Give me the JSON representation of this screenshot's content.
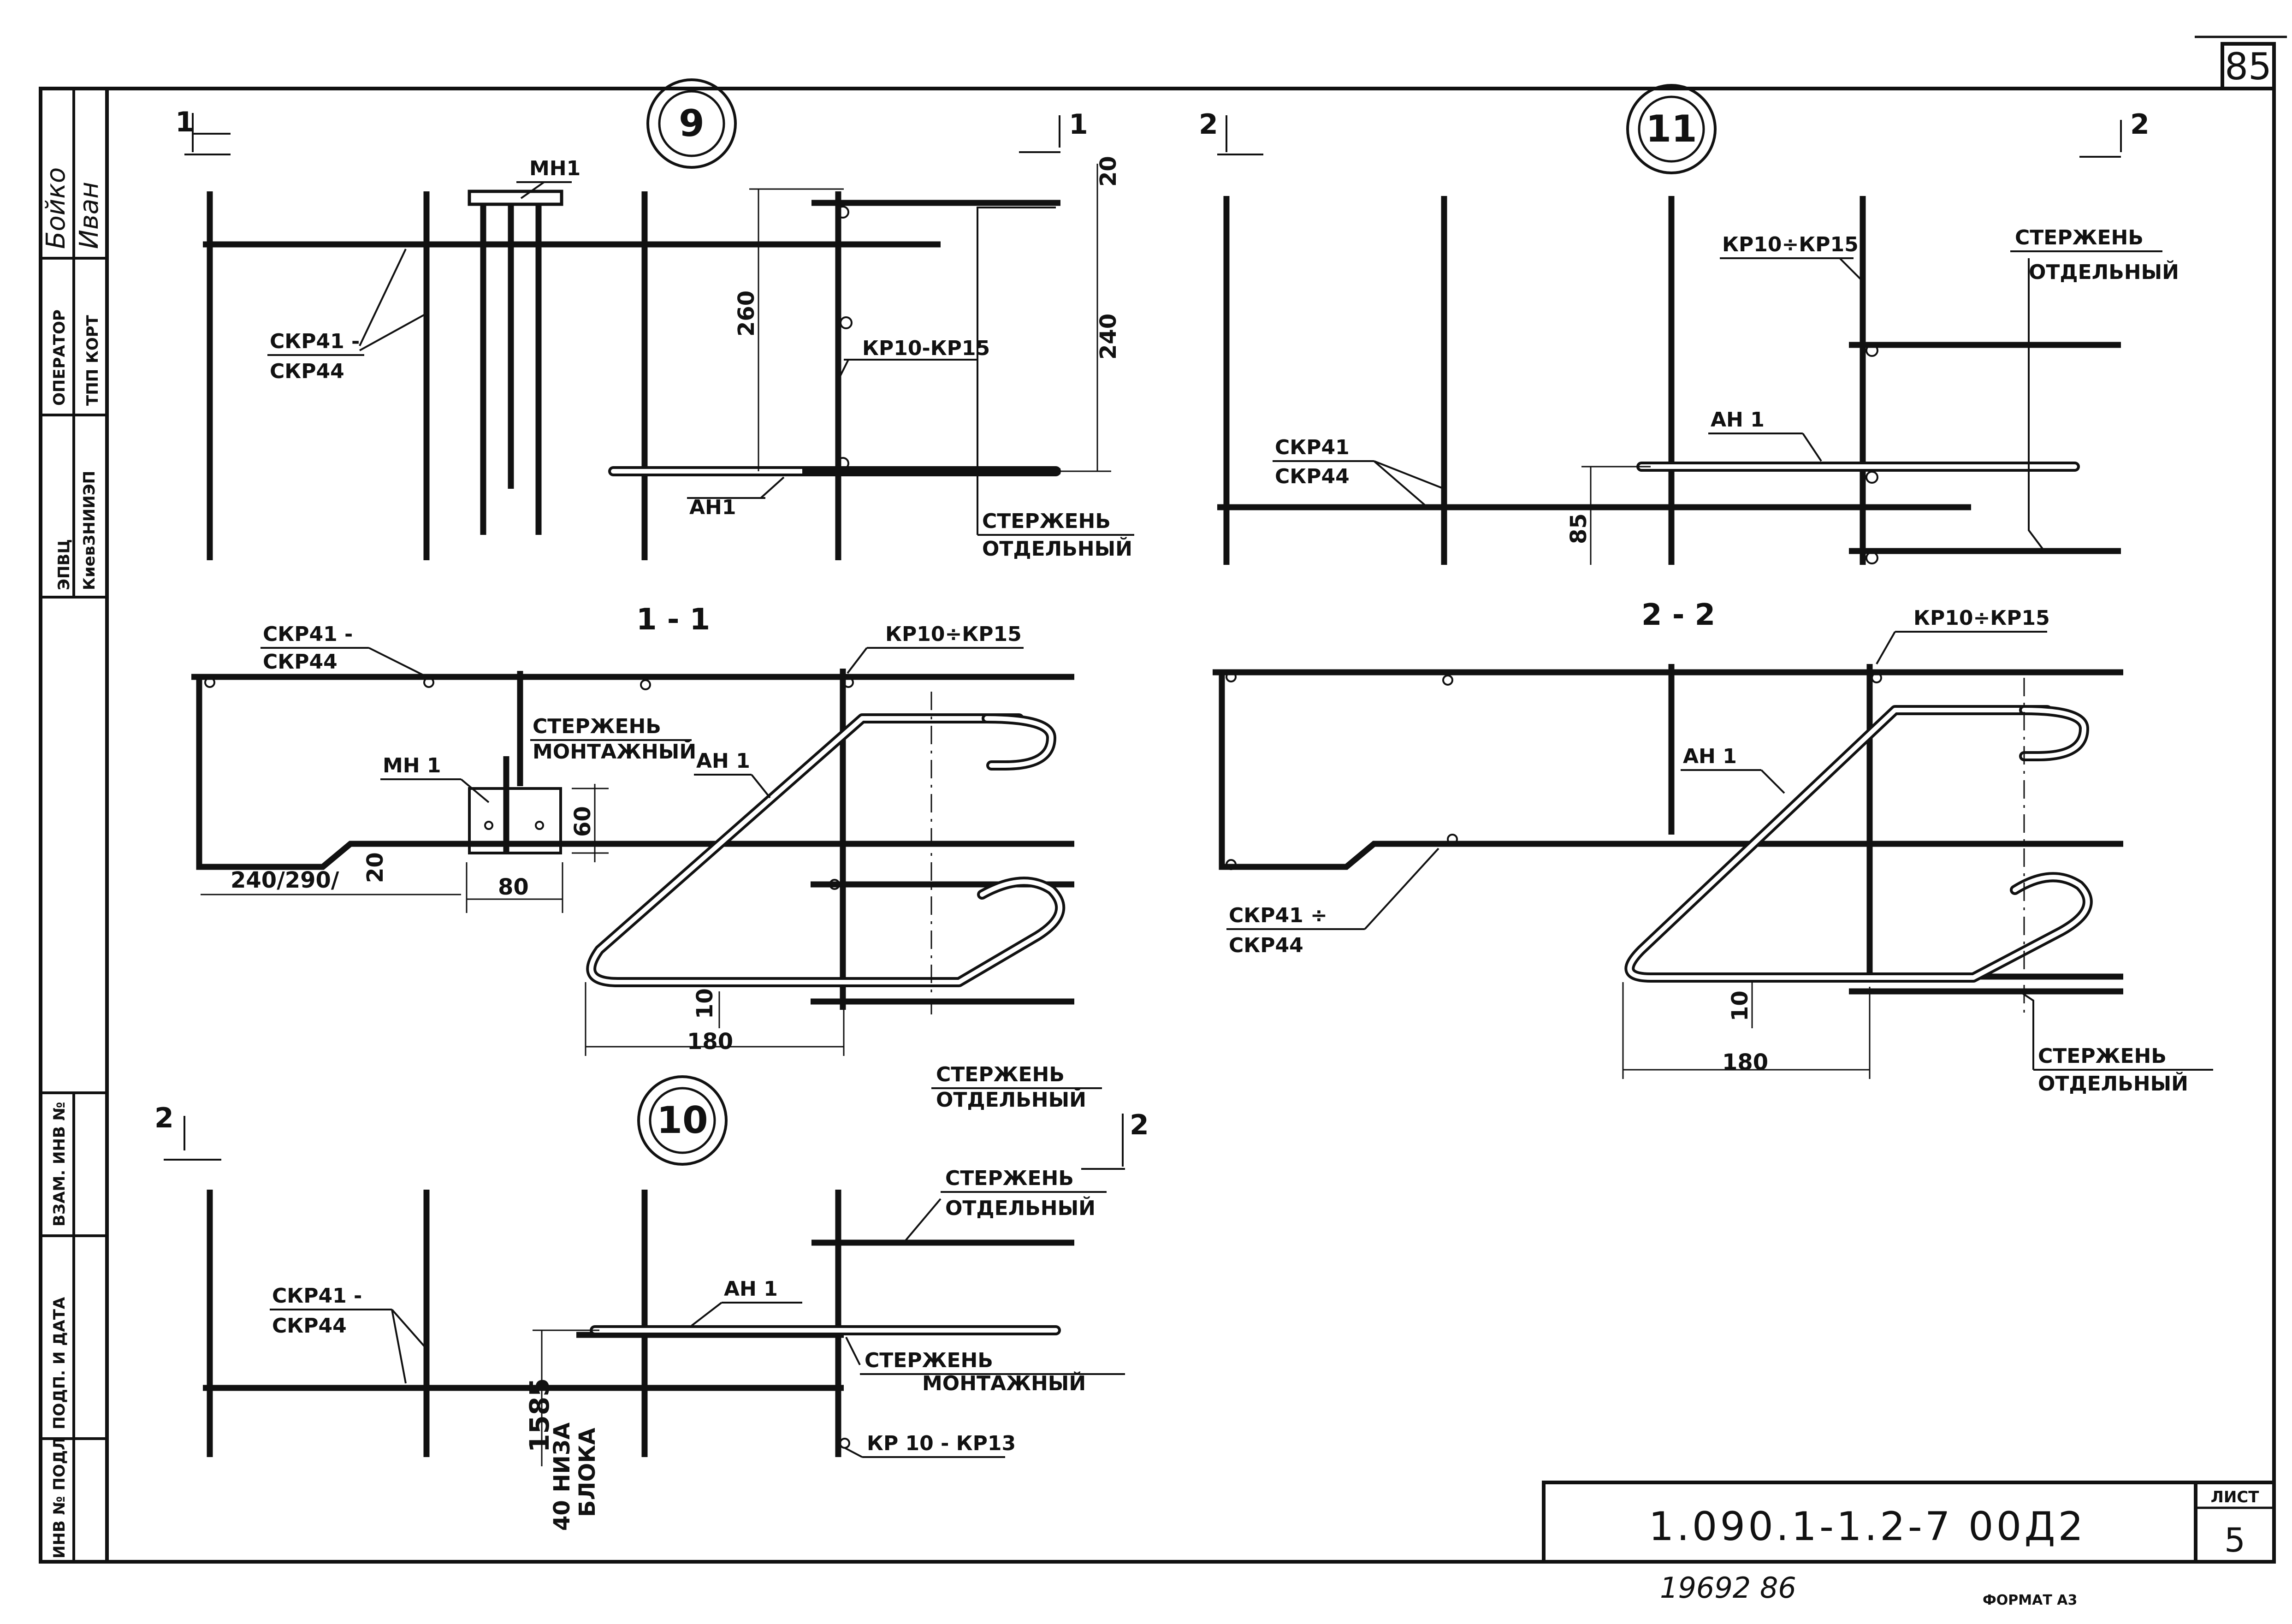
{
  "sheet_number_top": "85",
  "title_block": {
    "code": "1.090.1-1.2-7 00Д2",
    "sheet_label": "ЛИСТ",
    "sheet_number": "5"
  },
  "footer": {
    "inventory": "19692  86",
    "format": "ФОРМАТ А3"
  },
  "side_stamp": {
    "org": "ЭПВЦ",
    "org_sub": "КиевЗНИИЭП",
    "operator_label": "ОПЕРАТОР",
    "dept": "ТПП КОРТ",
    "name": "Бойко",
    "signature": "Иван",
    "vzam": "ВЗАМ. ИНВ №",
    "podp_data": "ПОДП. И ДАТА",
    "inv_podl": "ИНВ № ПОДЛ"
  },
  "views": {
    "v9": {
      "num": "9",
      "cut1_l": "1",
      "cut1_r": "1",
      "mn1": "МН1",
      "skr_a": "СКР41 -",
      "skr_b": "СКР44",
      "kr": "КР10-КР15",
      "an1": "АН1",
      "st_a": "СТЕРЖЕНЬ",
      "st_b": "ОТДЕЛЬНЫЙ",
      "d260": "260",
      "d240": "240",
      "d20": "20"
    },
    "v11": {
      "num": "11",
      "cut_l": "2",
      "cut_r": "2",
      "kr": "КР10÷КР15",
      "st_a": "СТЕРЖЕНЬ",
      "st_b": "ОТДЕЛЬНЫЙ",
      "an1": "АН 1",
      "skr_a": "СКР41",
      "skr_b": "СКР44",
      "d85": "85"
    },
    "s11": {
      "title": "1 - 1",
      "skr_a": "СКР41 -",
      "skr_b": "СКР44",
      "kr": "КР10÷КР15",
      "stm_a": "СТЕРЖЕНЬ",
      "stm_b": "МОНТАЖНЫЙ",
      "mn1": "МН 1",
      "an1": "АН 1",
      "d60": "60",
      "d20": "20",
      "d240": "240/290/",
      "d80": "80",
      "d10": "10",
      "d180": "180",
      "st_a": "СТЕРЖЕНЬ",
      "st_b": "ОТДЕЛЬНЫЙ"
    },
    "s22": {
      "title": "2 - 2",
      "kr": "КР10÷КР15",
      "an1": "АН 1",
      "skr_a": "СКР41 ÷",
      "skr_b": "СКР44",
      "d10": "10",
      "d180": "180",
      "st_a": "СТЕРЖЕНЬ",
      "st_b": "ОТДЕЛЬНЫЙ"
    },
    "v10": {
      "num": "10",
      "cut_l": "2",
      "cut_r": "2",
      "st_a": "СТЕРЖЕНЬ",
      "st_b": "ОТДЕЛЬНЫЙ",
      "skr_a": "СКР41 -",
      "skr_b": "СКР44",
      "an1": "АН 1",
      "stm_a": "СТЕРЖЕНЬ",
      "stm_b": "МОНТАЖНЫЙ",
      "d1585": "1585",
      "d40a": "40 НИЗА",
      "d40b": "БЛОКА",
      "kr": "КР 10 - КР13"
    }
  }
}
